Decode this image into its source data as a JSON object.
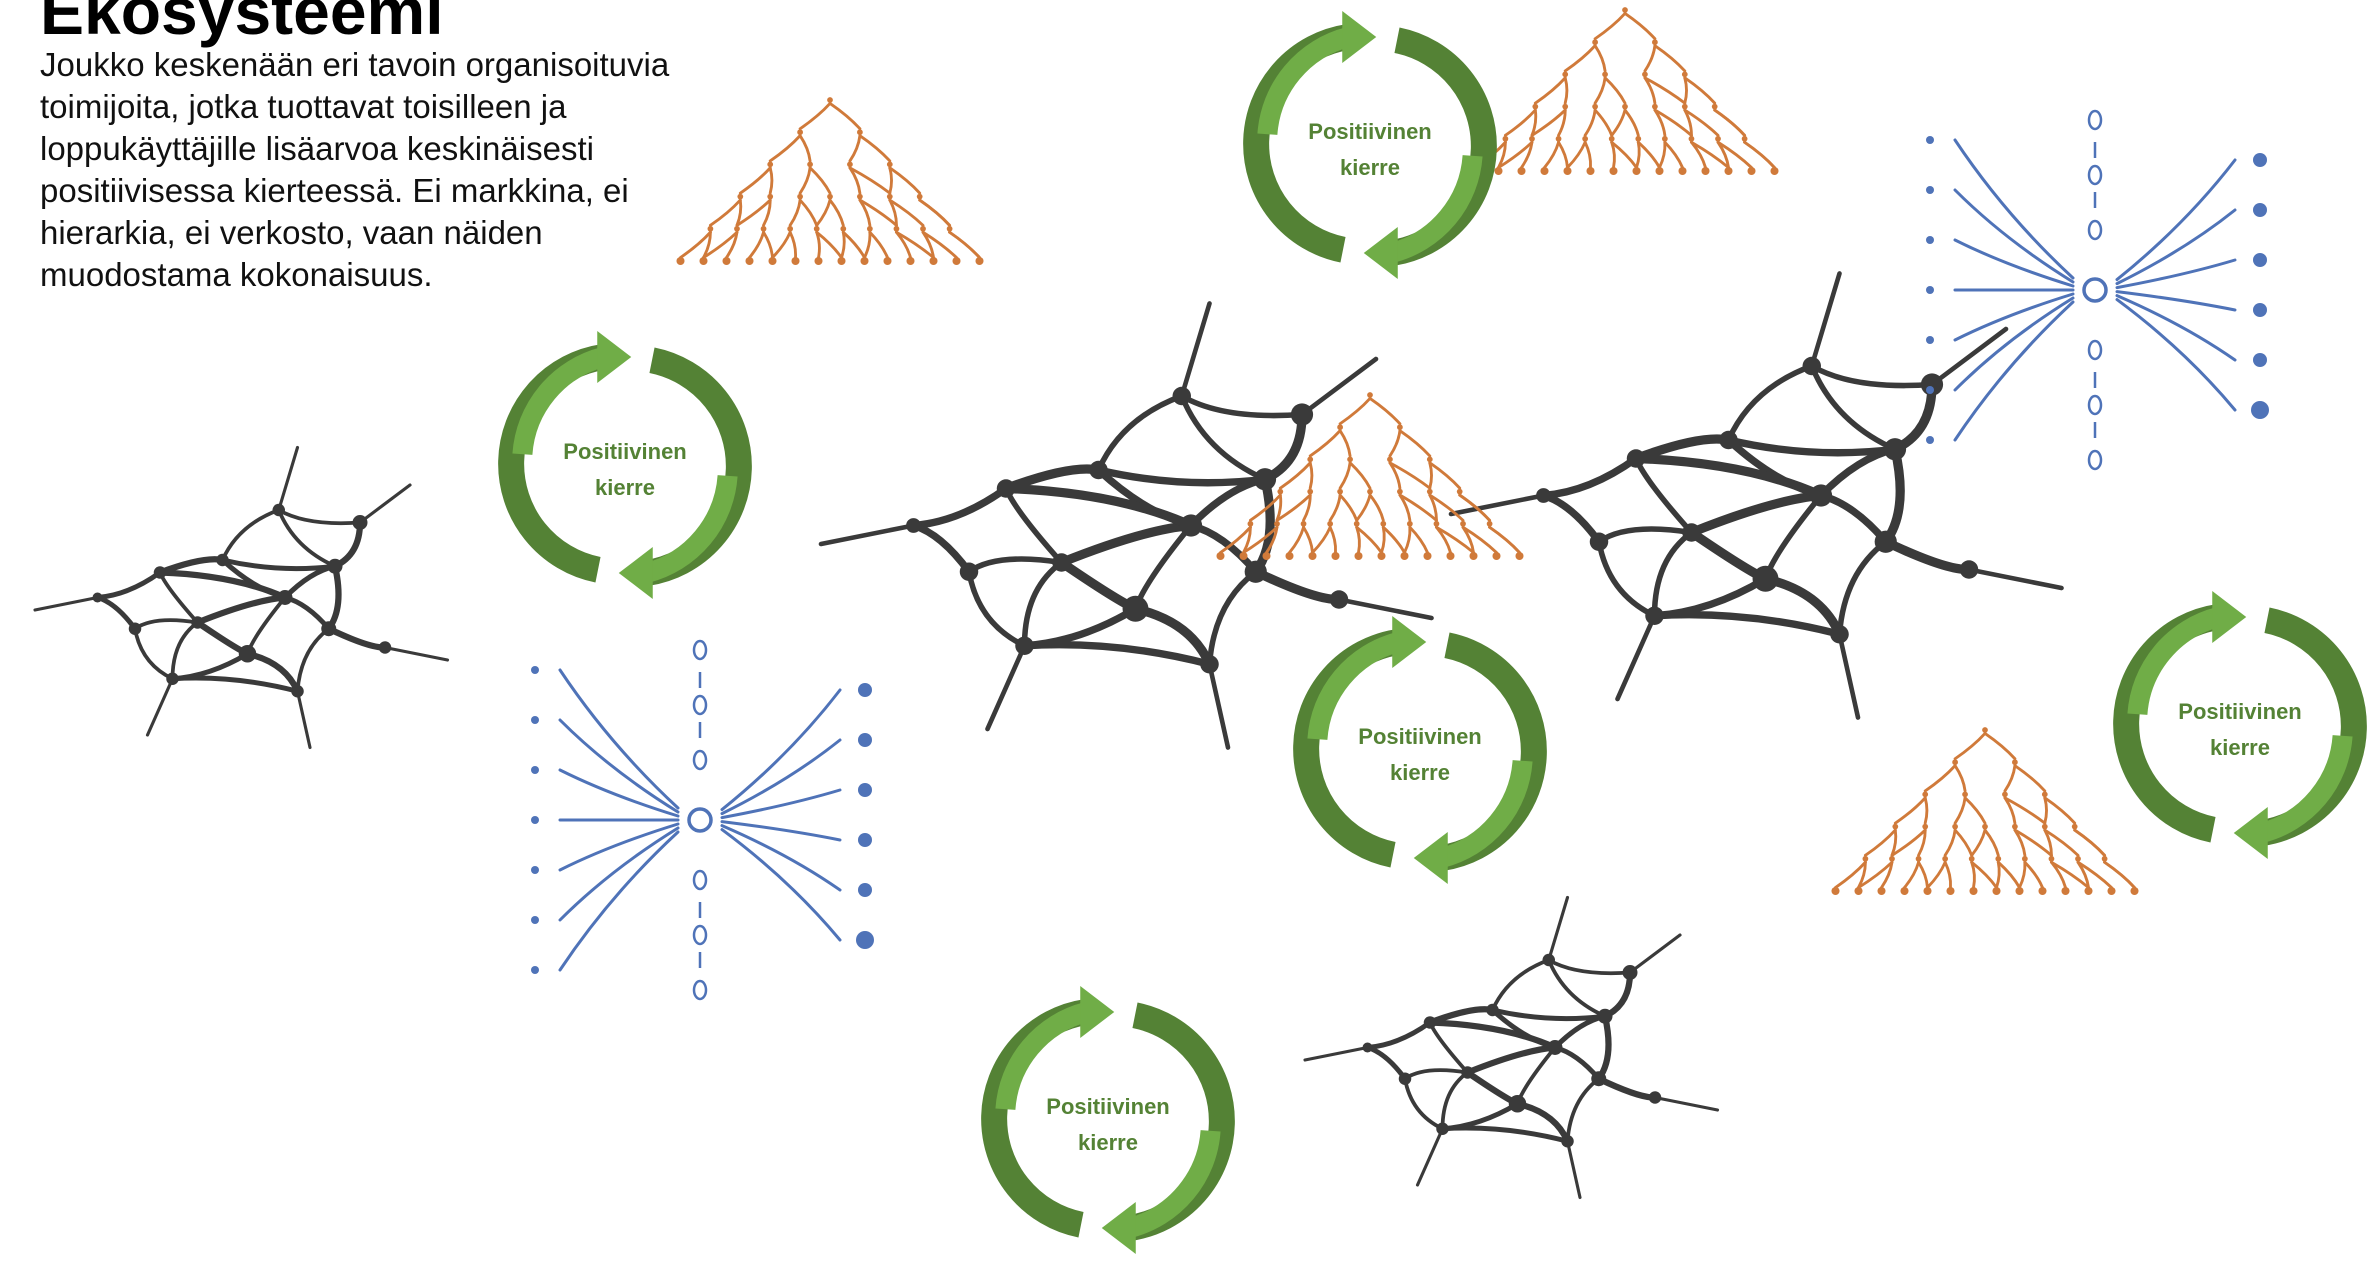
{
  "title": "Ekosysteemi",
  "description": "Joukko keskenään eri tavoin organisoituvia toimijoita, jotka tuottavat toisilleen ja loppukäyttäjille lisäarvoa keskinäisesti positiivisessa kierteessä. Ei markkina, ei hierarkia, ei verkosto, vaan näiden muodostama kokonaisuus.",
  "cycle": {
    "line1": "Positiivinen",
    "line2": "kierre"
  },
  "colors": {
    "network": "#3a3a3a",
    "hierarchy": "#d07a3a",
    "market": "#4f73b8",
    "cycle_light": "#70ad47",
    "cycle_dark": "#548235",
    "cycle_text": "#548235"
  },
  "icons": {
    "network": "network-icon",
    "hierarchy": "hierarchy-icon",
    "market": "market-icon",
    "cycle": "cycle-arrows-icon"
  }
}
